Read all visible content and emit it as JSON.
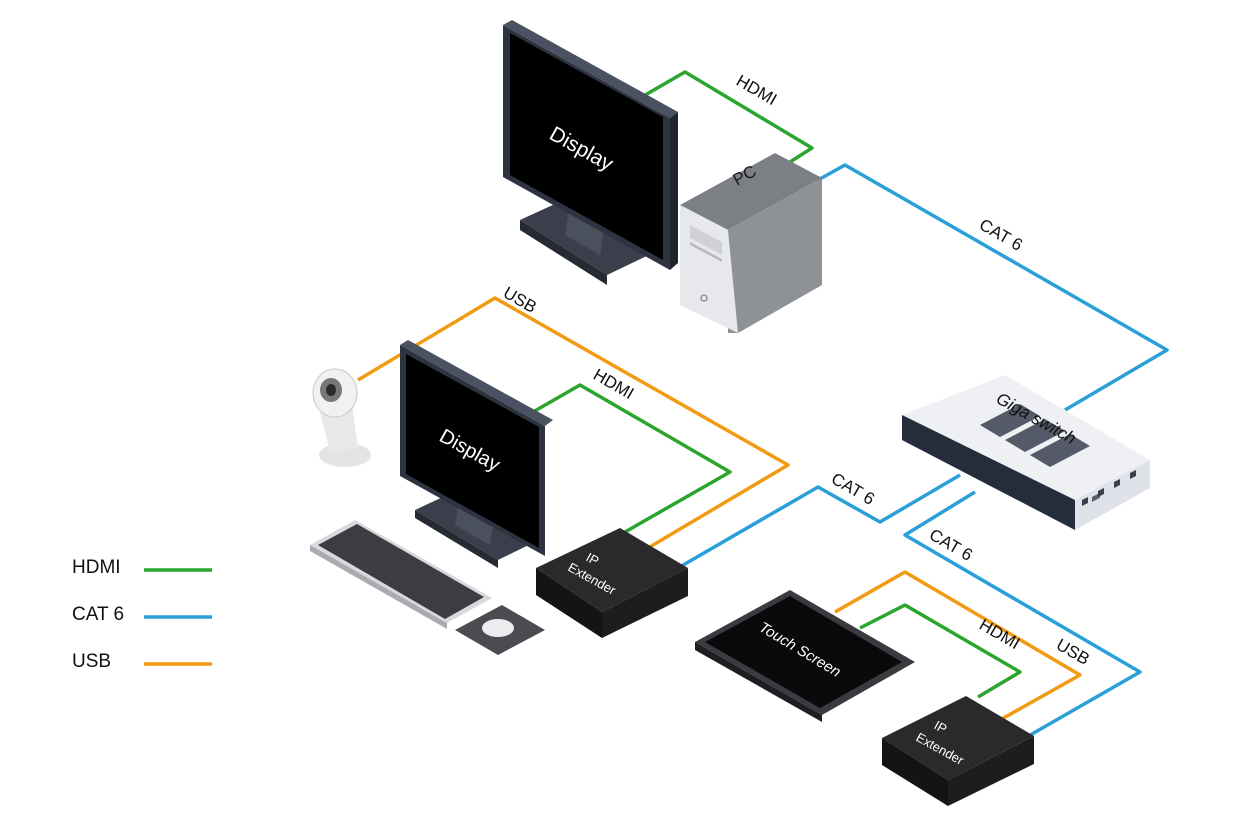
{
  "colors": {
    "hdmi": "#2aa52e",
    "cat6": "#2a9fd8",
    "usb": "#f29b12"
  },
  "devices": {
    "display_top": "Display",
    "pc": "PC",
    "display_bottom": "Display",
    "switch": "Giga switch",
    "extender_left_line1": "IP",
    "extender_left_line2": "Extender",
    "touch_screen": "Touch Screen",
    "extender_right_line1": "IP",
    "extender_right_line2": "Extender"
  },
  "cable_labels": {
    "hdmi_top": "HDMI",
    "cat6_pc_switch": "CAT 6",
    "usb_left": "USB",
    "hdmi_left": "HDMI",
    "cat6_extender_switch": "CAT 6",
    "cat6_switch_extender": "CAT 6",
    "hdmi_touch": "HDMI",
    "usb_touch": "USB"
  },
  "legend": [
    {
      "label": "HDMI",
      "color": "#2aa52e"
    },
    {
      "label": "CAT 6",
      "color": "#2a9fd8"
    },
    {
      "label": "USB",
      "color": "#f29b12"
    }
  ]
}
